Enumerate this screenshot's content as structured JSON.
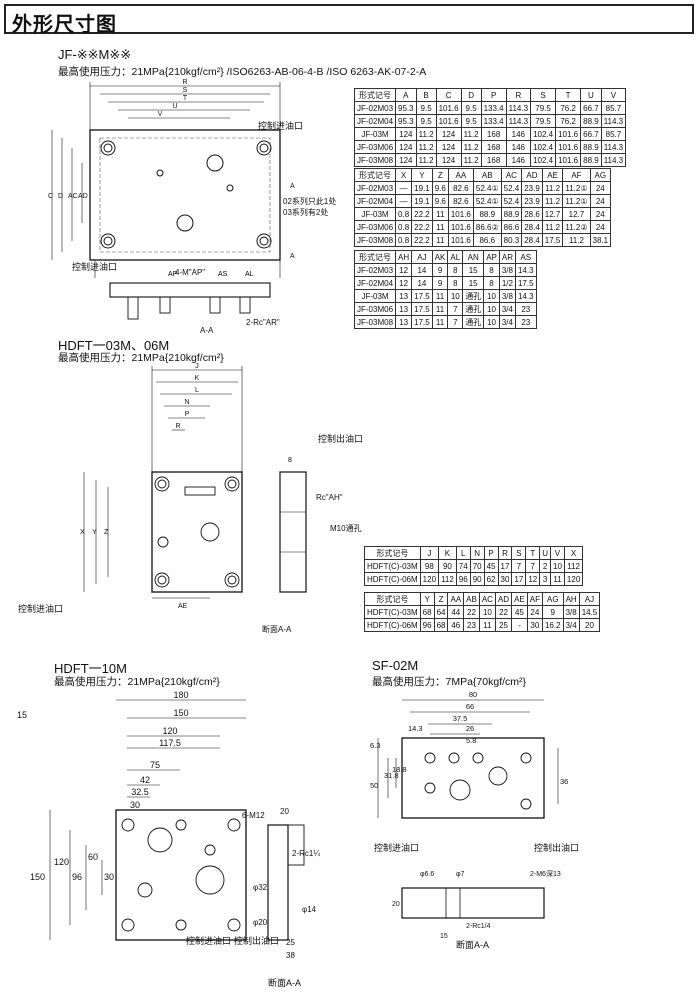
{
  "header": {
    "title": "外形尺寸图"
  },
  "jf": {
    "title": "JF-※※M※※",
    "pressure": "最高使用压力：21MPa{210kgf/cm²} /ISO6263-AB-06-4-B  /ISO 6263-AK-07-2-A",
    "pilot_out": "控制进油口",
    "note1": "02系列只此1处",
    "note2": "03系列有2处",
    "pilot_in": "控制进油口",
    "section": "A-A",
    "port_ap": "4-M\"AP\"",
    "port_ar": "2-Rc\"AR\"",
    "table1": {
      "headers": [
        "形式记号",
        "A",
        "B",
        "C",
        "D",
        "P",
        "R",
        "S",
        "T",
        "U",
        "V"
      ],
      "rows": [
        [
          "JF-02M03",
          "95.3",
          "9.5",
          "101.6",
          "9.5",
          "133.4",
          "114.3",
          "79.5",
          "76.2",
          "66.7",
          "85.7"
        ],
        [
          "JF-02M04",
          "95.3",
          "9.5",
          "101.6",
          "9.5",
          "133.4",
          "114.3",
          "79.5",
          "76.2",
          "88.9",
          "114.3"
        ],
        [
          "JF-03M",
          "124",
          "11.2",
          "124",
          "11.2",
          "168",
          "146",
          "102.4",
          "101.6",
          "66.7",
          "85.7"
        ],
        [
          "JF-03M06",
          "124",
          "11.2",
          "124",
          "11.2",
          "168",
          "146",
          "102.4",
          "101.6",
          "88.9",
          "114.3"
        ],
        [
          "JF-03M08",
          "124",
          "11.2",
          "124",
          "11.2",
          "168",
          "146",
          "102.4",
          "101.6",
          "88.9",
          "114.3"
        ]
      ]
    },
    "table2": {
      "headers": [
        "形式记号",
        "X",
        "Y",
        "Z",
        "AA",
        "AB",
        "AC",
        "AD",
        "AE",
        "AF",
        "AG"
      ],
      "rows": [
        [
          "JF-02M03",
          "—",
          "19.1",
          "9.6",
          "82.6",
          "52.4①",
          "52.4",
          "23.9",
          "11.2",
          "11.2①",
          "24"
        ],
        [
          "JF-02M04",
          "—",
          "19.1",
          "9.6",
          "82.6",
          "52.4①",
          "52.4",
          "23.9",
          "11.2",
          "11.2①",
          "24"
        ],
        [
          "JF-03M",
          "0.8",
          "22.2",
          "11",
          "101.6",
          "88.9",
          "88.9",
          "28.6",
          "12.7",
          "12.7",
          "24"
        ],
        [
          "JF-03M06",
          "0.8",
          "22.2",
          "11",
          "101.6",
          "86.6②",
          "86.6",
          "28.4",
          "11.2",
          "11.2②",
          "24"
        ],
        [
          "JF-03M08",
          "0.8",
          "22.2",
          "11",
          "101.6",
          "86.6",
          "80.3",
          "28.4",
          "17.5",
          "11.2",
          "38.1"
        ]
      ]
    },
    "table3": {
      "headers": [
        "形式记号",
        "AH",
        "AJ",
        "AK",
        "AL",
        "AN",
        "AP",
        "AR",
        "AS"
      ],
      "rows": [
        [
          "JF-02M03",
          "12",
          "14",
          "9",
          "8",
          "15",
          "8",
          "3/8",
          "14.3"
        ],
        [
          "JF-02M04",
          "12",
          "14",
          "9",
          "8",
          "15",
          "8",
          "1/2",
          "17.5"
        ],
        [
          "JF-03M",
          "13",
          "17.5",
          "11",
          "10",
          "通孔",
          "10",
          "3/8",
          "14.3"
        ],
        [
          "JF-03M06",
          "13",
          "17.5",
          "11",
          "7",
          "通孔",
          "10",
          "3/4",
          "23"
        ],
        [
          "JF-03M08",
          "13",
          "17.5",
          "11",
          "7",
          "通孔",
          "10",
          "3/4",
          "23"
        ]
      ]
    }
  },
  "hdft": {
    "title": "HDFT一03M、06M",
    "pressure": "最高使用压力：21MPa{210kgf/cm²}",
    "pilot_out": "控制出油口",
    "pilot_in": "控制进油口",
    "rc_ah": "Rc\"AH\"",
    "m10": "M10通孔",
    "section": "断面A-A",
    "table1": {
      "headers": [
        "形式记号",
        "J",
        "K",
        "L",
        "N",
        "P",
        "R",
        "S",
        "T",
        "U",
        "V",
        "X"
      ],
      "rows": [
        [
          "HDFT(C)-03M",
          "98",
          "90",
          "74",
          "70",
          "45",
          "17",
          "7",
          "7",
          "2",
          "10",
          "112"
        ],
        [
          "HDFT(C)-06M",
          "120",
          "112",
          "96",
          "90",
          "62",
          "30",
          "17",
          "12",
          "3",
          "11",
          "120"
        ]
      ]
    },
    "table2": {
      "headers": [
        "形式记号",
        "Y",
        "Z",
        "AA",
        "AB",
        "AC",
        "AD",
        "AE",
        "AF",
        "AG",
        "AH",
        "AJ"
      ],
      "rows": [
        [
          "HDFT(C)-03M",
          "68",
          "64",
          "44",
          "22",
          "10",
          "22",
          "45",
          "24",
          "9",
          "3/8",
          "14.5"
        ],
        [
          "HDFT(C)-06M",
          "96",
          "68",
          "46",
          "23",
          "11",
          "25",
          "-",
          "30",
          "16.2",
          "3/4",
          "20"
        ]
      ]
    }
  },
  "hdft10": {
    "title": "HDFT一10M",
    "pressure": "最高使用压力：21MPa{210kgf/cm²}",
    "dims": {
      "w180": "180",
      "w150": "150",
      "w120": "120",
      "w1175": "117.5",
      "w75": "75",
      "w42": "42",
      "w325": "32.5",
      "w30": "30",
      "w15": "15",
      "h150": "150",
      "h120": "120",
      "h96": "96",
      "h60": "60",
      "h30": "30",
      "m12": "6-M12",
      "d20": "20",
      "rc": "2-Rc1¼",
      "d32": "φ32",
      "d20b": "φ20",
      "d14": "φ14",
      "d25": "25",
      "d38": "38"
    },
    "pilot_in": "控制进油口",
    "pilot_out": "控制出油口",
    "section": "断面A-A"
  },
  "sf": {
    "title": "SF-02M",
    "pressure": "最高使用压力：7MPa{70kgf/cm²}",
    "dims": {
      "d80": "80",
      "d66": "66",
      "d375": "37.5",
      "d26": "26",
      "d143": "14.3",
      "d58": "5.8",
      "d63": "6.3",
      "d50": "50",
      "d36": "36",
      "d318": "31.8",
      "d188": "18.8",
      "d66b": "φ6.6",
      "d7": "φ7",
      "m6": "2-M6深13",
      "rc": "2-Rc1/4",
      "d20": "20",
      "d15": "15"
    },
    "pilot_in": "控制进油口",
    "pilot_out": "控制出油口",
    "section": "断面A-A"
  }
}
